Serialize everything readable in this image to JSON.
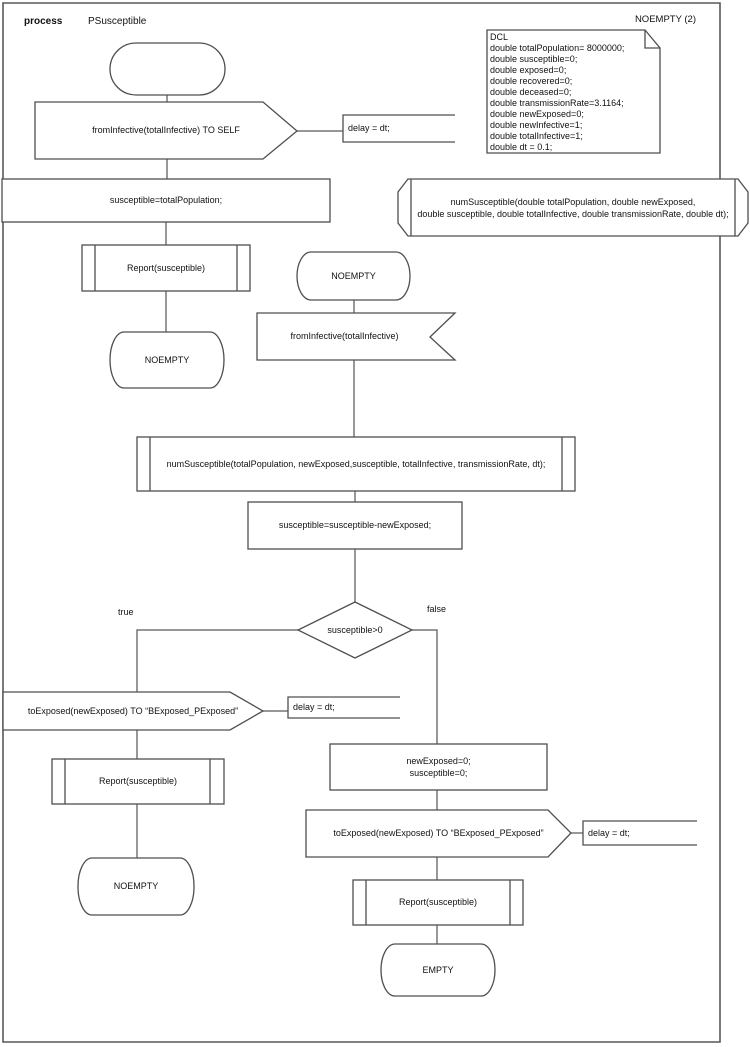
{
  "header": {
    "kind": "process",
    "name": "PSusceptible",
    "corner_note": "NOEMPTY (2)"
  },
  "declarations_note": "DCL\ndouble totalPopulation= 8000000;\ndouble susceptible=0;\ndouble exposed=0;\ndouble recovered=0;\ndouble deceased=0;\ndouble transmissionRate=3.1164;\ndouble newExposed=0;\ndouble newInfective=1;\ndouble totalInfective=1;\ndouble dt = 0.1;",
  "procedure_declaration": "numSusceptible(double totalPopulation, double newExposed,\ndouble susceptible, double totalInfective, double transmissionRate, double dt);",
  "nodes": {
    "send_to_self": "fromInfective(totalInfective) TO SELF",
    "delay_top": "delay = dt;",
    "task_init": "susceptible=totalPopulation;",
    "report_top": "Report(susceptible)",
    "state_noempty_left": "NOEMPTY",
    "state_noempty_right": "NOEMPTY",
    "input_signal": "fromInfective(totalInfective)",
    "procedure_call": "numSusceptible(totalPopulation, newExposed,susceptible, totalInfective, transmissionRate, dt);",
    "task_update": "susceptible=susceptible-newExposed;",
    "decision": "susceptible>0",
    "branch_true": "true",
    "branch_false": "false",
    "send_true": "toExposed(newExposed) TO “BExposed_PExposed”",
    "delay_true": "delay = dt;",
    "report_true": "Report(susceptible)",
    "state_noempty_bottom": "NOEMPTY",
    "task_reset": "newExposed=0;\nsusceptible=0;",
    "send_false": "toExposed(newExposed) TO “BExposed_PExposed”",
    "delay_false": "delay = dt;",
    "report_false": "Report(susceptible)",
    "state_empty": "EMPTY"
  },
  "colors": {
    "shape_stroke": "#4f4f4f",
    "connector": "#757575",
    "frame": "#595959",
    "background": "#ffffff"
  }
}
